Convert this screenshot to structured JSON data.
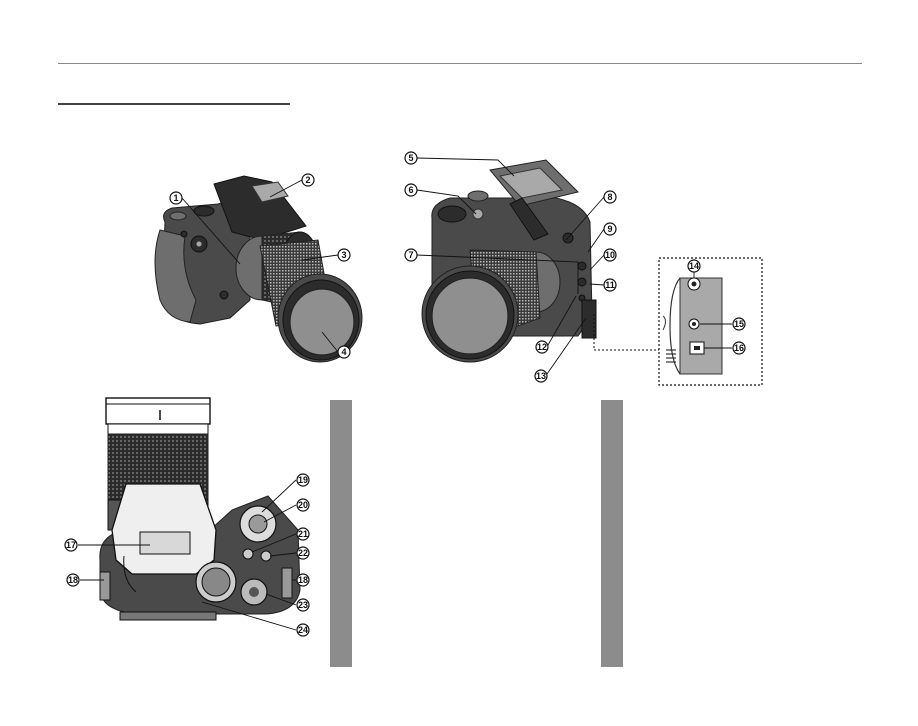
{
  "callouts": {
    "c1": "1",
    "c2": "2",
    "c3": "3",
    "c4": "4",
    "c5": "5",
    "c6": "6",
    "c7": "7",
    "c8": "8",
    "c9": "9",
    "c10": "10",
    "c11": "11",
    "c12": "12",
    "c13": "13",
    "c14": "14",
    "c15": "15",
    "c16": "16",
    "c17": "17",
    "c18a": "18",
    "c18b": "18",
    "c19": "19",
    "c20": "20",
    "c21": "21",
    "c22": "22",
    "c23": "23",
    "c24": "24"
  },
  "colors": {
    "rule": "#888888",
    "gray_bar": "#8c8c8c",
    "camera_body": "#4a4a4a",
    "lens_glass": "#8f8f8f"
  },
  "icons": {
    "front_view": "camera-front-view-illustration",
    "rear_view": "camera-flash-raised-view-illustration",
    "top_view": "camera-top-view-illustration",
    "connector_inset": "connector-cover-inset"
  }
}
